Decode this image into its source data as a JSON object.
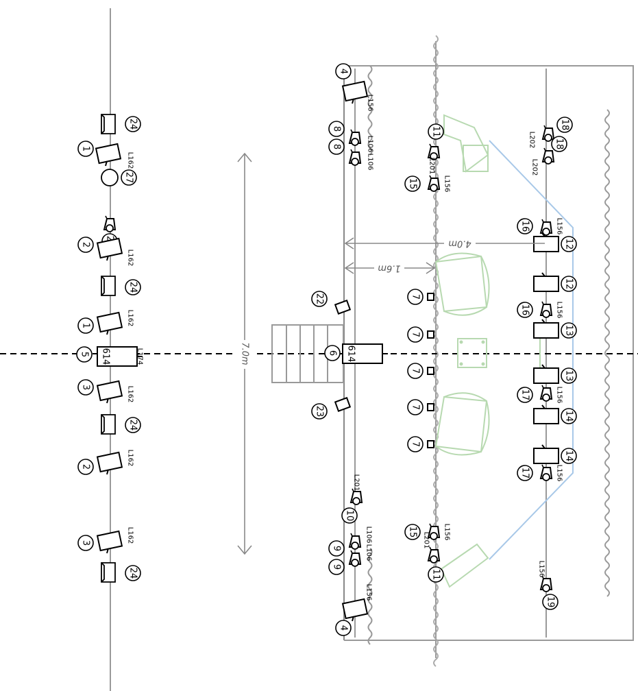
{
  "plot": {
    "dimensions": {
      "width": "7.0m",
      "d1": "1.6m",
      "d2": "4.0m"
    },
    "fixtures": [
      {
        "type": "par",
        "num": "24"
      },
      {
        "type": "ellipsoidal",
        "num": "1",
        "label": "L162"
      },
      {
        "type": "round",
        "num": "27"
      },
      {
        "type": "fresnel",
        "num": "21"
      },
      {
        "type": "ellipsoidal",
        "num": "2",
        "label": "L162"
      },
      {
        "type": "par",
        "num": "24"
      },
      {
        "type": "ellipsoidal",
        "num": "1",
        "label": "L162"
      },
      {
        "type": "followspot",
        "num": "5",
        "label": "L174",
        "text": "614"
      },
      {
        "type": "ellipsoidal",
        "num": "3",
        "label": "L162"
      },
      {
        "type": "par",
        "num": "24"
      },
      {
        "type": "ellipsoidal",
        "num": "2",
        "label": "L162"
      },
      {
        "type": "ellipsoidal",
        "num": "3",
        "label": "L162"
      },
      {
        "type": "par",
        "num": "24"
      },
      {
        "type": "ellipsoidal",
        "num": "4",
        "label": "L156"
      },
      {
        "type": "fresnel",
        "num": "8",
        "label": "L106"
      },
      {
        "type": "fresnel",
        "num": "8",
        "label": "L106"
      },
      {
        "type": "smallbox",
        "num": "22"
      },
      {
        "type": "followspot",
        "num": "6",
        "text": "614"
      },
      {
        "type": "smallbox",
        "num": "23"
      },
      {
        "type": "fresnel",
        "num": "10",
        "label": "L201"
      },
      {
        "type": "fresnel",
        "num": "9",
        "label": "L106"
      },
      {
        "type": "fresnel",
        "num": "9",
        "label": "L106"
      },
      {
        "type": "ellipsoidal",
        "num": "4",
        "label": "L156"
      },
      {
        "type": "fresnel",
        "num": "11",
        "label": "L201"
      },
      {
        "type": "fresnel",
        "num": "15",
        "label": "L156"
      },
      {
        "type": "mini",
        "num": "7"
      },
      {
        "type": "mini",
        "num": "7"
      },
      {
        "type": "mini",
        "num": "7"
      },
      {
        "type": "mini",
        "num": "7"
      },
      {
        "type": "mini",
        "num": "7"
      },
      {
        "type": "fresnel",
        "num": "15",
        "label": "L156"
      },
      {
        "type": "fresnel",
        "num": "11",
        "label": "L201"
      },
      {
        "type": "fresnel",
        "num": "18",
        "label": "L202"
      },
      {
        "type": "fresnel",
        "num": "18",
        "label": "L202"
      },
      {
        "type": "fresnel",
        "num": "16",
        "label": "L156"
      },
      {
        "type": "box",
        "num": "12"
      },
      {
        "type": "box",
        "num": "12"
      },
      {
        "type": "fresnel",
        "num": "16",
        "label": "L156"
      },
      {
        "type": "box",
        "num": "13"
      },
      {
        "type": "box",
        "num": "13"
      },
      {
        "type": "fresnel",
        "num": "17",
        "label": "L156"
      },
      {
        "type": "box",
        "num": "14"
      },
      {
        "type": "box",
        "num": "14"
      },
      {
        "type": "fresnel",
        "num": "17",
        "label": "L156"
      },
      {
        "type": "fresnel",
        "num": "19",
        "label": "L156"
      }
    ]
  }
}
